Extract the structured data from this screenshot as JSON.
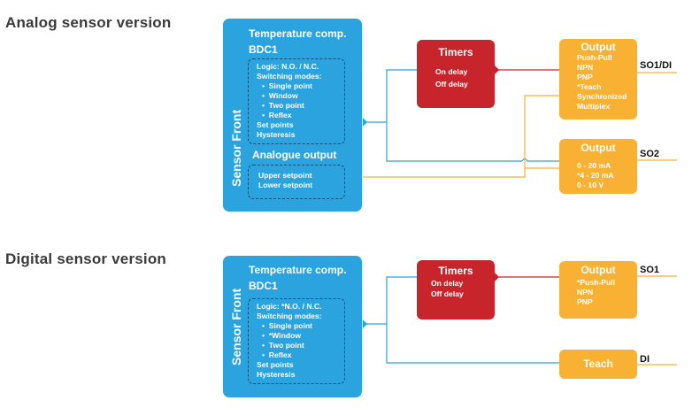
{
  "sections": {
    "analog_title": "Analog sensor version",
    "digital_title": "Digital sensor version"
  },
  "analog": {
    "sensor_front": "Sensor Front",
    "header_line1": "Temperature comp.",
    "header_line2": "BDC1",
    "logic_lines": [
      "Logic: N.O. / N.C.",
      "Switching modes:"
    ],
    "modes": [
      "Single point",
      "Window",
      "Two point",
      "Reflex"
    ],
    "logic_tail": [
      "Set points",
      "Hysteresis"
    ],
    "analogue_output_title": "Analogue output",
    "analogue_lines": [
      "Upper setpoint",
      "Lower setpoint"
    ],
    "timers": {
      "title": "Timers",
      "lines": [
        "On delay",
        "Off delay"
      ]
    },
    "output1": {
      "title": "Output",
      "lines": [
        "Push-Pull",
        "NPN",
        "PNP",
        "*Teach",
        "Synchronized",
        "Multiplex"
      ],
      "signal": "SO1/DI"
    },
    "output2": {
      "title": "Output",
      "lines": [
        "0 - 20 mA",
        "*4 - 20 mA",
        "0 - 10 V"
      ],
      "signal": "SO2"
    }
  },
  "digital": {
    "sensor_front": "Sensor Front",
    "header_line1": "Temperature comp.",
    "header_line2": "BDC1",
    "logic_lines": [
      "Logic: *N.O. / N.C.",
      "Switching modes:"
    ],
    "modes": [
      "Single point",
      "*Window",
      "Two point",
      "Reflex"
    ],
    "logic_tail": [
      "Set points",
      "Hysteresis"
    ],
    "timers": {
      "title": "Timers",
      "lines": [
        "On delay",
        "Off delay"
      ]
    },
    "output1": {
      "title": "Output",
      "lines": [
        "*Push-Pull",
        "NPN",
        "PNP"
      ],
      "signal": "SO1"
    },
    "teach": {
      "title": "Teach",
      "signal": "DI"
    }
  },
  "colors": {
    "blue": "#2aa3df",
    "red": "#c8242b",
    "orange": "#f8b133",
    "wire_blue": "#2aa3df",
    "wire_orange": "#f8b133",
    "wire_red": "#c8242b",
    "title_gray": "#3a3a3a"
  }
}
